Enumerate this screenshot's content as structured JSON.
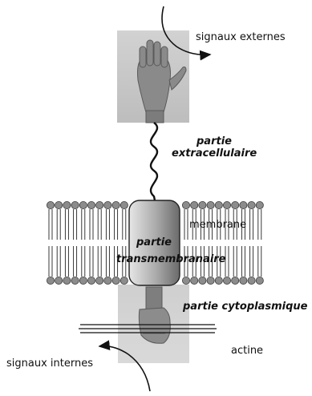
{
  "labels": {
    "signaux_externes": "signaux externes",
    "partie_extracellulaire_line1": "partie",
    "partie_extracellulaire_line2": "extracellulaire",
    "membrane": "membrane",
    "partie_transmembranaire_line1": "partie",
    "partie_transmembranaire_line2": "transmembranaire",
    "partie_cytoplasmique": "partie cytoplasmique",
    "actine": "actine",
    "signaux_internes": "signaux internes"
  },
  "images": {
    "open_hand": "photo of open hand palm (extracellular part)",
    "fist": "photo of closed fist (cytoplasmic part)"
  },
  "colors": {
    "lipid_head": "#8c8c8c",
    "transmembrane_fill_light": "#e4e4e4",
    "transmembrane_fill_dark": "#6e6e6e",
    "line": "#111111"
  }
}
